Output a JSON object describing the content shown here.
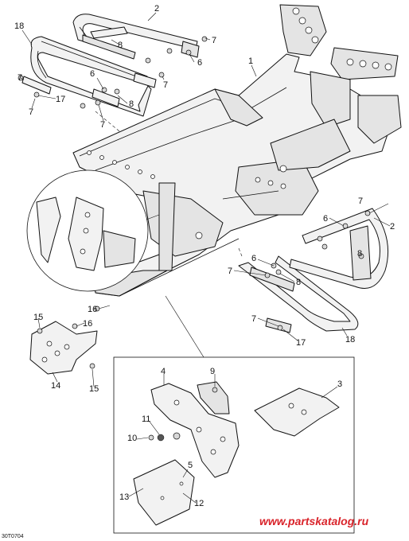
{
  "diagram": {
    "drawing_code": "30T0704",
    "watermark": "www.partskatalog.ru",
    "callouts": [
      {
        "id": "c2-top",
        "label": "2"
      },
      {
        "id": "c18-top",
        "label": "18"
      },
      {
        "id": "c7-a",
        "label": "7"
      },
      {
        "id": "c8-a",
        "label": "8"
      },
      {
        "id": "c6-a",
        "label": "6"
      },
      {
        "id": "c7-b",
        "label": "7"
      },
      {
        "id": "c1",
        "label": "1"
      },
      {
        "id": "c6-b",
        "label": "6"
      },
      {
        "id": "c7-c",
        "label": "7"
      },
      {
        "id": "c17-a",
        "label": "17"
      },
      {
        "id": "c7-d",
        "label": "7"
      },
      {
        "id": "c8-b",
        "label": "8"
      },
      {
        "id": "c7-e",
        "label": "7"
      },
      {
        "id": "c7-f",
        "label": "7"
      },
      {
        "id": "c6-c",
        "label": "6"
      },
      {
        "id": "c2-right",
        "label": "2"
      },
      {
        "id": "c8-c",
        "label": "8"
      },
      {
        "id": "c6-d",
        "label": "6"
      },
      {
        "id": "c7-g",
        "label": "7"
      },
      {
        "id": "c8-d",
        "label": "8"
      },
      {
        "id": "c7-h",
        "label": "7"
      },
      {
        "id": "c17-b",
        "label": "17"
      },
      {
        "id": "c18-right",
        "label": "18"
      },
      {
        "id": "c16-a",
        "label": "16"
      },
      {
        "id": "c15-a",
        "label": "15"
      },
      {
        "id": "c16-b",
        "label": "16"
      },
      {
        "id": "c14",
        "label": "14"
      },
      {
        "id": "c15-b",
        "label": "15"
      },
      {
        "id": "c4",
        "label": "4"
      },
      {
        "id": "c9",
        "label": "9"
      },
      {
        "id": "c3",
        "label": "3"
      },
      {
        "id": "c11",
        "label": "11"
      },
      {
        "id": "c10",
        "label": "10"
      },
      {
        "id": "c5",
        "label": "5"
      },
      {
        "id": "c13",
        "label": "13"
      },
      {
        "id": "c12",
        "label": "12"
      }
    ]
  }
}
